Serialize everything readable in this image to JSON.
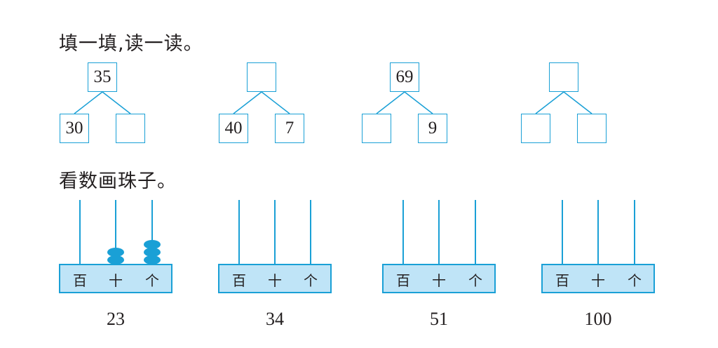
{
  "headings": {
    "fill": "填一填,读一读。",
    "abacus": "看数画珠子。"
  },
  "trees": [
    {
      "top": "35",
      "left": "30",
      "right": ""
    },
    {
      "top": "",
      "left": "40",
      "right": "7"
    },
    {
      "top": "69",
      "left": "",
      "right": "9"
    },
    {
      "top": "",
      "left": "",
      "right": ""
    }
  ],
  "abacus": {
    "place_labels": [
      "百",
      "十",
      "个"
    ],
    "items": [
      {
        "number": "23",
        "beads": [
          0,
          2,
          3
        ]
      },
      {
        "number": "34",
        "beads": [
          0,
          0,
          0
        ]
      },
      {
        "number": "51",
        "beads": [
          0,
          0,
          0
        ]
      },
      {
        "number": "100",
        "beads": [
          0,
          0,
          0
        ]
      }
    ]
  },
  "colors": {
    "accent": "#1aa0d6",
    "frame_fill": "#bfe4f7",
    "text": "#231f20"
  }
}
